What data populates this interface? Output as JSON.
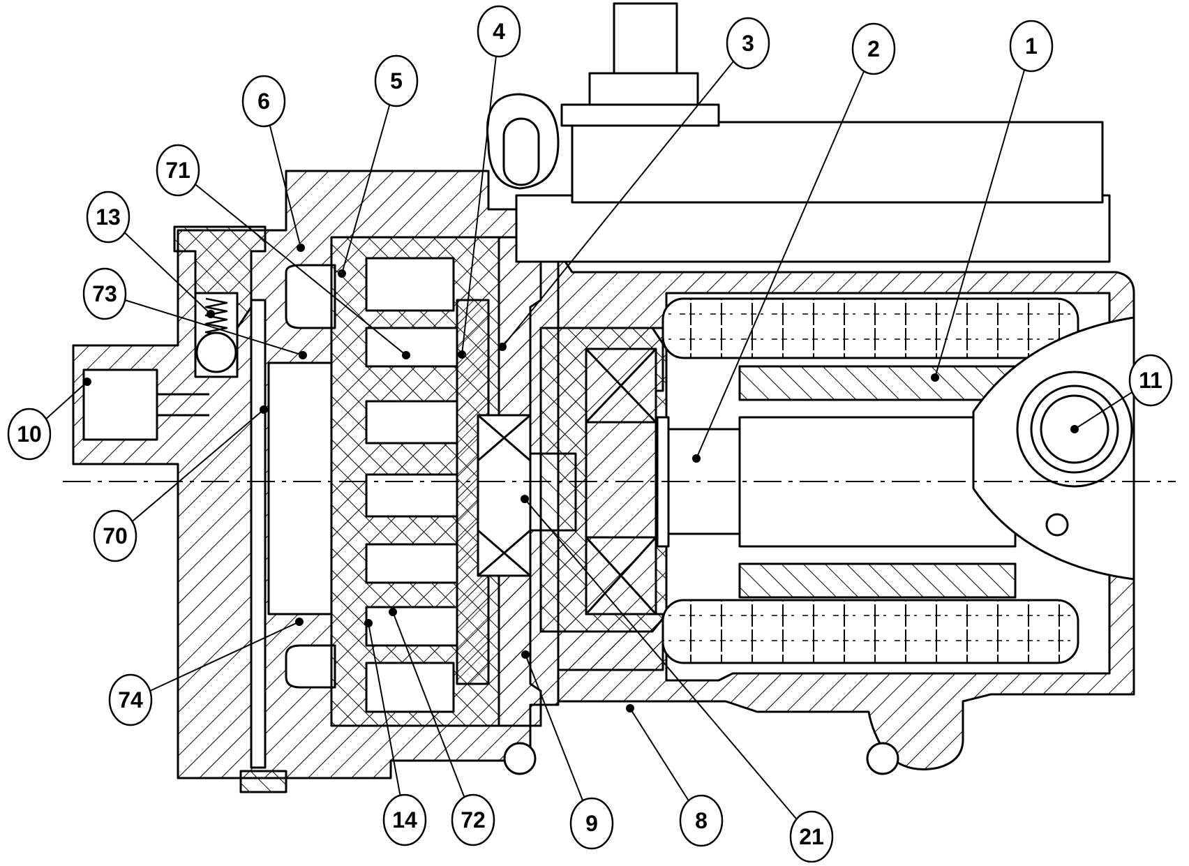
{
  "diagram": {
    "ink_color": "#000000",
    "paper_color": "#ffffff",
    "labels": [
      {
        "id": "1",
        "text": "1"
      },
      {
        "id": "2",
        "text": "2"
      },
      {
        "id": "3",
        "text": "3"
      },
      {
        "id": "4",
        "text": "4"
      },
      {
        "id": "5",
        "text": "5"
      },
      {
        "id": "6",
        "text": "6"
      },
      {
        "id": "71",
        "text": "71"
      },
      {
        "id": "13",
        "text": "13"
      },
      {
        "id": "73",
        "text": "73"
      },
      {
        "id": "10",
        "text": "10"
      },
      {
        "id": "70",
        "text": "70"
      },
      {
        "id": "74",
        "text": "74"
      },
      {
        "id": "11",
        "text": "11"
      },
      {
        "id": "14",
        "text": "14"
      },
      {
        "id": "72",
        "text": "72"
      },
      {
        "id": "9",
        "text": "9"
      },
      {
        "id": "8",
        "text": "8"
      },
      {
        "id": "21",
        "text": "21"
      }
    ]
  }
}
